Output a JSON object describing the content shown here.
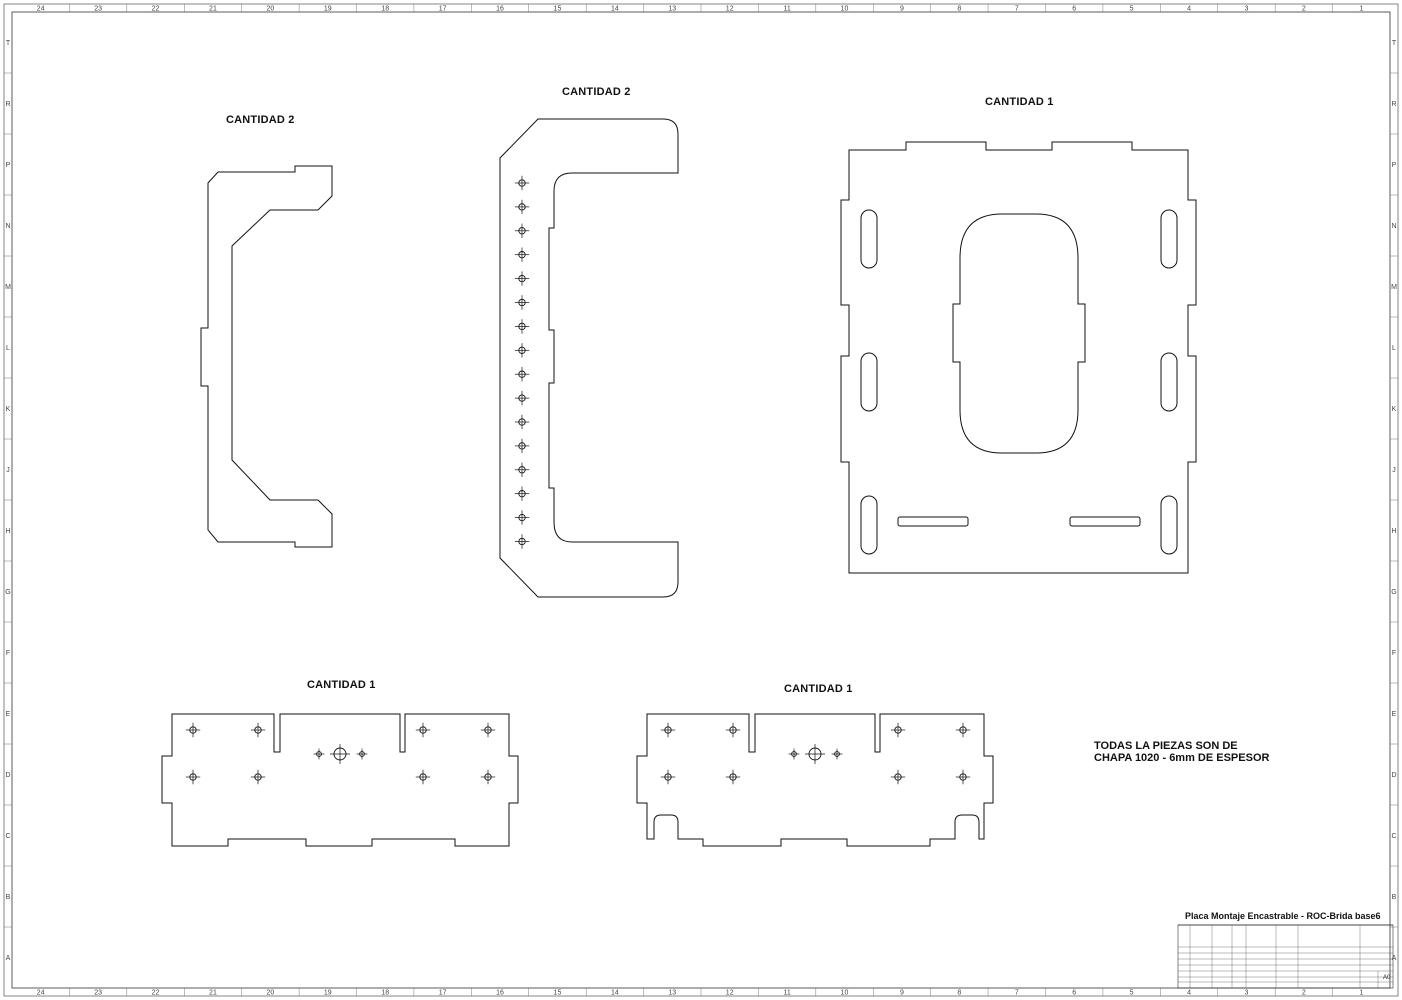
{
  "drawing": {
    "part_labels": {
      "bracket_left": "CANTIDAD 2",
      "bracket_middle": "CANTIDAD 2",
      "base_plate": "CANTIDAD 1",
      "flange_left": "CANTIDAD 1",
      "flange_right": "CANTIDAD 1"
    },
    "note": {
      "line1": "TODAS LA PIEZAS SON DE",
      "line2": "CHAPA 1020 - 6mm DE ESPESOR"
    },
    "border_numbers": [
      "24",
      "23",
      "22",
      "21",
      "20",
      "19",
      "18",
      "17",
      "16",
      "15",
      "14",
      "13",
      "12",
      "11",
      "10",
      "9",
      "8",
      "7",
      "6",
      "5",
      "4",
      "3",
      "2",
      "1"
    ],
    "border_letters": [
      "T",
      "R",
      "P",
      "N",
      "M",
      "L",
      "K",
      "J",
      "H",
      "G",
      "F",
      "E",
      "D",
      "C",
      "B",
      "A"
    ],
    "title_block": {
      "title": "Placa Montaje Encastrable - ROC-Brida base6",
      "size": "A0"
    }
  }
}
